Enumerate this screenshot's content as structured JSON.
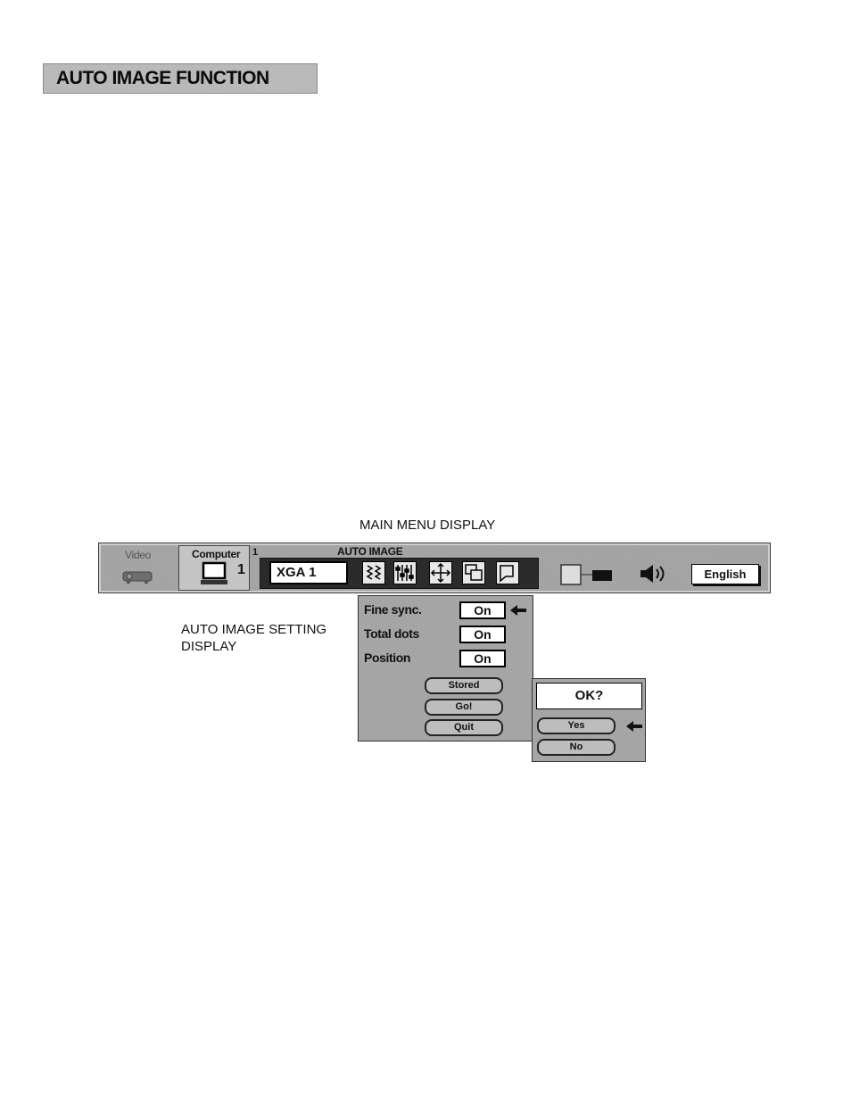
{
  "section": {
    "title": "AUTO IMAGE FUNCTION"
  },
  "captions": {
    "main_menu": "MAIN MENU DISPLAY",
    "setting": "AUTO IMAGE SETTING DISPLAY"
  },
  "menu_bar": {
    "video_tab": "Video",
    "computer_tab": "Computer",
    "input_number": "1",
    "active_menu": "AUTO IMAGE",
    "mode": "XGA 1",
    "language": "English",
    "icons": [
      "video-projector-icon",
      "computer-monitor-icon",
      "auto-image-icon",
      "pc-adjust-icon",
      "position-icon",
      "image-select-icon",
      "screen-icon",
      "setting-icon",
      "speaker-icon"
    ]
  },
  "setting_panel": {
    "rows": [
      {
        "label": "Fine sync.",
        "value": "On"
      },
      {
        "label": "Total dots",
        "value": "On"
      },
      {
        "label": "Position",
        "value": "On"
      }
    ],
    "buttons": [
      "Stored",
      "Go!",
      "Quit"
    ]
  },
  "confirm_dialog": {
    "prompt": "OK?",
    "yes": "Yes",
    "no": "No"
  }
}
